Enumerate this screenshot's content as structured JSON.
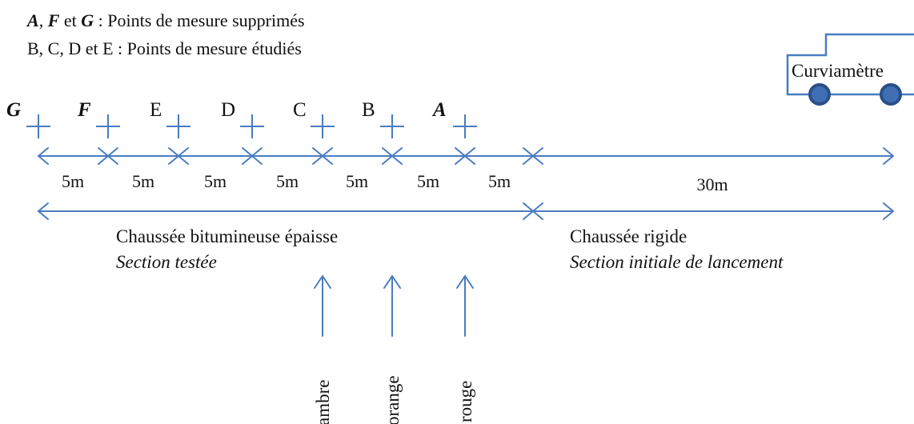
{
  "legend": {
    "line1": {
      "ids": [
        "A",
        "F",
        "G"
      ],
      "sep": ", ",
      "conj": " et ",
      "text": " : Points de mesure supprimés"
    },
    "line2": "B, C, D et E : Points de mesure étudiés"
  },
  "vehicle": {
    "label": "Curviamètre"
  },
  "points": [
    {
      "label": "G",
      "removed": true
    },
    {
      "label": "F",
      "removed": true
    },
    {
      "label": "E",
      "removed": false
    },
    {
      "label": "D",
      "removed": false
    },
    {
      "label": "C",
      "removed": false
    },
    {
      "label": "B",
      "removed": false
    },
    {
      "label": "A",
      "removed": true
    }
  ],
  "segments": [
    "5m",
    "5m",
    "5m",
    "5m",
    "5m",
    "5m",
    "5m",
    "30m"
  ],
  "sections": [
    {
      "name": "Chaussée bitumineuse épaisse",
      "subtitle": "Section testée"
    },
    {
      "name": "Chaussée rigide",
      "subtitle": "Section initiale de lancement"
    }
  ],
  "markers": [
    "ambre",
    "orange",
    "rouge"
  ],
  "colors": {
    "line": "#4A7CC0",
    "wheel": "#3F6EB3",
    "wheel_rim": "#2A4F86",
    "text": "#111111"
  }
}
